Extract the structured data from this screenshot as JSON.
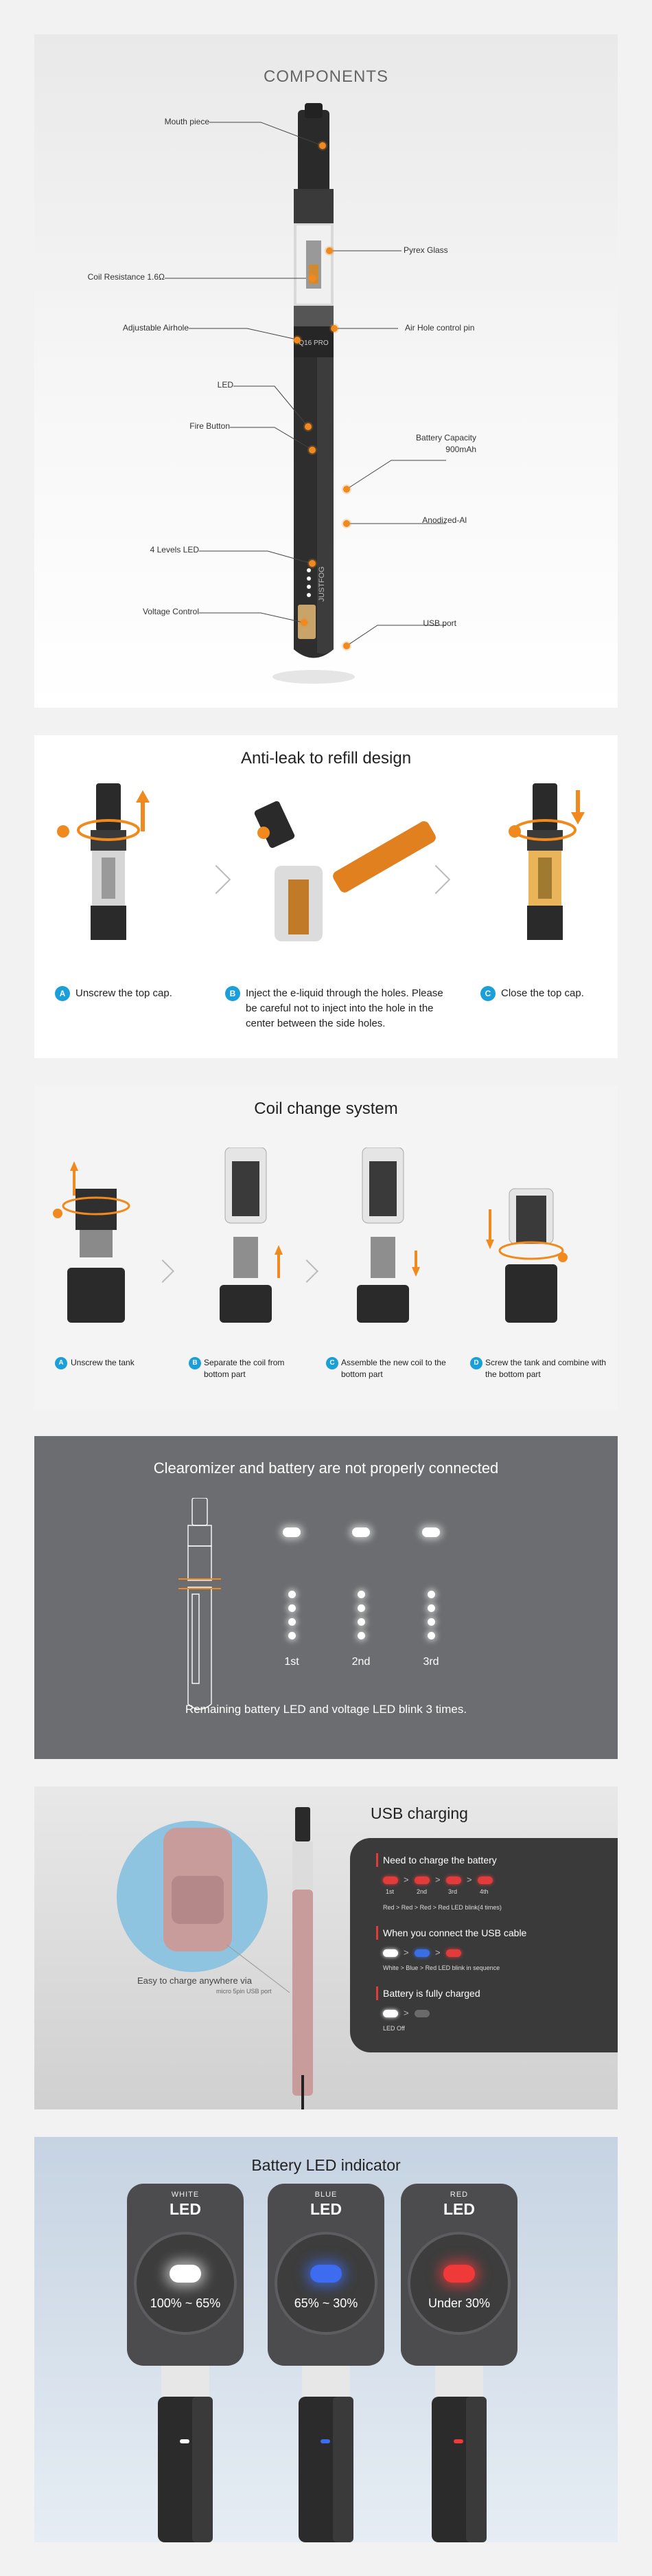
{
  "components": {
    "title": "COMPONENTS",
    "labels": {
      "mouth_piece": "Mouth piece",
      "pyrex_glass": "Pyrex Glass",
      "coil_resistance": "Coil Resistance 1.6Ω",
      "adjustable_airhole": "Adjustable Airhole",
      "air_hole_control_pin": "Air Hole control pin",
      "led": "LED",
      "fire_button": "Fire Button",
      "battery_capacity_line1": "Battery Capacity",
      "battery_capacity_line2": "900mAh",
      "anodized_al": "Anodized-Al",
      "four_levels_led": "4 Levels LED",
      "voltage_control": "Voltage Control",
      "usb_port": "USB port"
    },
    "device_marks": {
      "model": "Q16 PRO",
      "brand": "JUSTFOG"
    }
  },
  "antileak": {
    "title": "Anti-leak to refill design",
    "steps": [
      {
        "badge": "A",
        "text": "Unscrew the top cap."
      },
      {
        "badge": "B",
        "text": "Inject the e-liquid through the holes. Please be careful not to inject into the hole in the center between the side holes."
      },
      {
        "badge": "C",
        "text": "Close the top cap."
      }
    ]
  },
  "coil": {
    "title": "Coil change system",
    "steps": [
      {
        "badge": "A",
        "text": "Unscrew the tank"
      },
      {
        "badge": "B",
        "text": "Separate the coil from bottom part"
      },
      {
        "badge": "C",
        "text": "Assemble the new coil to the bottom part"
      },
      {
        "badge": "D",
        "text": "Screw the tank and combine with the bottom part"
      }
    ]
  },
  "connection": {
    "title": "Clearomizer and battery are not properly connected",
    "columns": [
      "1st",
      "2nd",
      "3rd"
    ],
    "caption": "Remaining battery LED and voltage LED blink 3 times."
  },
  "usb": {
    "title": "USB charging",
    "side_text": "Easy to charge anywhere via",
    "side_subtext": "micro 5pin USB port",
    "need_charge": {
      "title": "Need to charge the battery",
      "steps": [
        "1st",
        "2nd",
        "3rd",
        "4th"
      ],
      "sequence": [
        "Red",
        "Red",
        "Red",
        "Red LED blink(4 times)"
      ]
    },
    "connect": {
      "title": "When you connect the USB cable",
      "sequence": [
        "White",
        "Blue",
        "Red LED blink in sequence"
      ]
    },
    "full": {
      "title": "Battery is fully charged",
      "off_label": "LED Off"
    },
    "colors": {
      "red": "#e23b3b",
      "white": "#ffffff",
      "blue": "#3b6ee2",
      "off": "#6a6a6a"
    }
  },
  "battery_led": {
    "title": "Battery LED indicator",
    "cards": [
      {
        "color_name": "WHITE",
        "led": "LED",
        "range": "100% ~ 65%",
        "glow": "#ffffff"
      },
      {
        "color_name": "BLUE",
        "led": "LED",
        "range": "65% ~ 30%",
        "glow": "#3e6cf0"
      },
      {
        "color_name": "RED",
        "led": "LED",
        "range": "Under 30%",
        "glow": "#f03a3a"
      }
    ]
  }
}
